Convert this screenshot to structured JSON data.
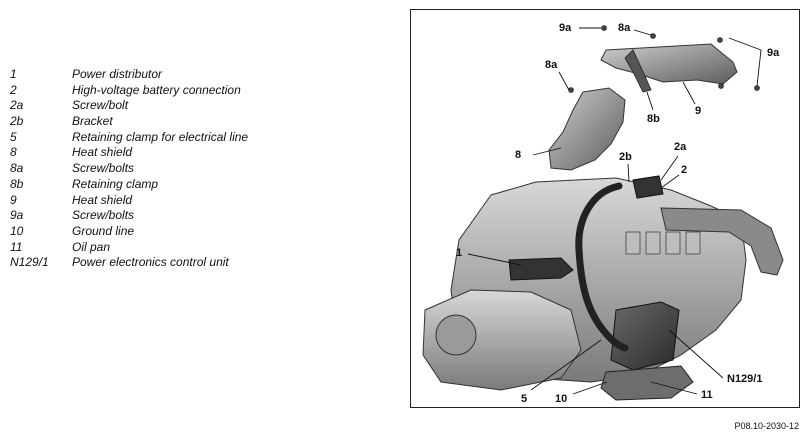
{
  "legend": [
    {
      "code": "1",
      "description": "Power distributor"
    },
    {
      "code": "2",
      "description": "High-voltage battery connection"
    },
    {
      "code": "2a",
      "description": "Screw/bolt"
    },
    {
      "code": "2b",
      "description": "Bracket"
    },
    {
      "code": "5",
      "description": "Retaining clamp for electrical line"
    },
    {
      "code": "8",
      "description": "Heat shield"
    },
    {
      "code": "8a",
      "description": "Screw/bolts"
    },
    {
      "code": "8b",
      "description": "Retaining clamp"
    },
    {
      "code": "9",
      "description": "Heat shield"
    },
    {
      "code": "9a",
      "description": "Screw/bolts"
    },
    {
      "code": "10",
      "description": "Ground line"
    },
    {
      "code": "11",
      "description": "Oil pan"
    },
    {
      "code": "N129/1",
      "description": "Power electronics control unit"
    }
  ],
  "callouts": {
    "c9a_top": "9a",
    "c8a_top": "8a",
    "c9a_right": "9a",
    "c8a_left": "8a",
    "c8b": "8b",
    "c9": "9",
    "c8": "8",
    "c2b": "2b",
    "c2a": "2a",
    "c2": "2",
    "c1": "1",
    "cN129": "N129/1",
    "c5": "5",
    "c10": "10",
    "c11": "11"
  },
  "reference_code": "P08.10-2030-12"
}
